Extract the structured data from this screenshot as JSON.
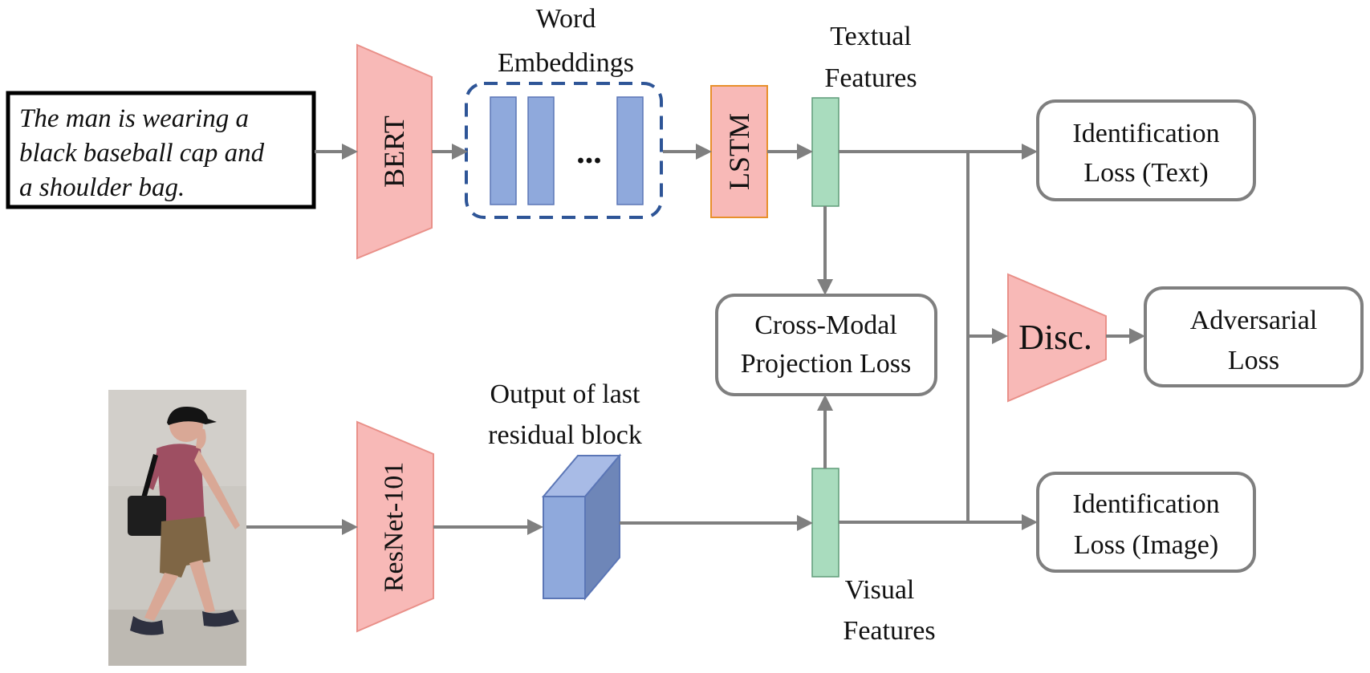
{
  "input_text": {
    "lines": [
      "The man is wearing a",
      "black baseball cap and",
      "a shoulder bag."
    ]
  },
  "modules": {
    "bert": "BERT",
    "word_embeddings": [
      "Word",
      "Embeddings"
    ],
    "ellipsis": "...",
    "lstm": "LSTM",
    "textual_features": [
      "Textual",
      "Features"
    ],
    "resnet": "ResNet-101",
    "residual_output": [
      "Output of last",
      "residual block"
    ],
    "visual_features": [
      "Visual",
      "Features"
    ],
    "disc": "Disc."
  },
  "losses": {
    "id_text": [
      "Identification",
      "Loss (Text)"
    ],
    "cross_modal": [
      "Cross-Modal",
      "Projection Loss"
    ],
    "adversarial": [
      "Adversarial",
      "Loss"
    ],
    "id_image": [
      "Identification",
      "Loss (Image)"
    ]
  },
  "colors": {
    "encoder_fill": "#f8b9b7",
    "encoder_stroke": "#e99089",
    "embedding_fill": "#8fa9dc",
    "embedding_stroke": "#5b76b6",
    "feature_fill": "#a9dcbe",
    "feature_stroke": "#5f9c78",
    "arrow": "#7f7f7f",
    "dashed_border": "#2e5597"
  }
}
